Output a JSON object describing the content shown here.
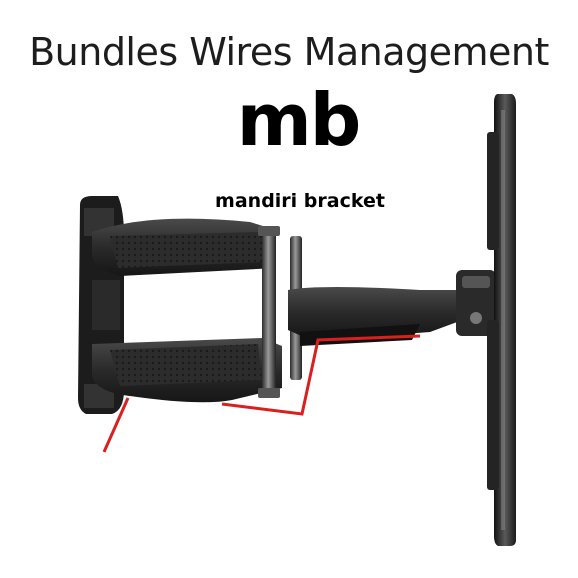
{
  "headline": "Bundles Wires Management",
  "logo": "mb",
  "brand": "mandiri bracket",
  "colors": {
    "metal_dark": "#1f1f1f",
    "metal_mid": "#3a3a3a",
    "metal_light": "#6a6a6a",
    "highlight": "#c9c9c9",
    "cable_guide": "#d9201f"
  }
}
